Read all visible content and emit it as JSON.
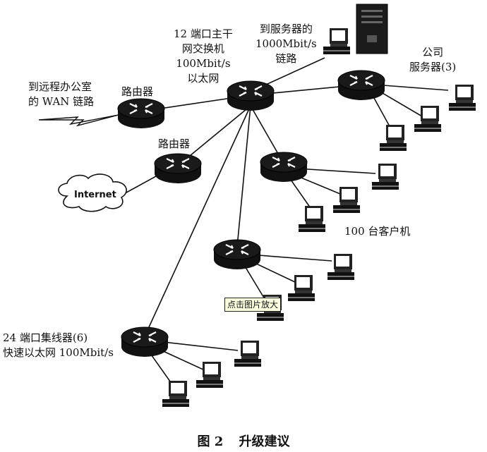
{
  "labels": {
    "main_switch": "12 端口主干\n网交换机\n100Mbit/s\n以太网",
    "server_link": "到服务器的\n1000Mbit/s\n链路",
    "company_servers": "公司\n服务器(3)",
    "remote_wan": "到远程办公室\n的 WAN 链路",
    "router_top": "路由器",
    "router_internet": "路由器",
    "internet": "Internet",
    "clients": "100 台客户机",
    "hub": "24 端口集线器(6)\n快速以太网 100Mbit/s"
  },
  "tooltip": "点击图片放大",
  "caption": {
    "figure": "图 2",
    "title": "升级建议"
  },
  "icons": [
    "router-icon",
    "workstation-icon",
    "server-tower-icon",
    "cloud-icon",
    "lightning-link-icon"
  ]
}
